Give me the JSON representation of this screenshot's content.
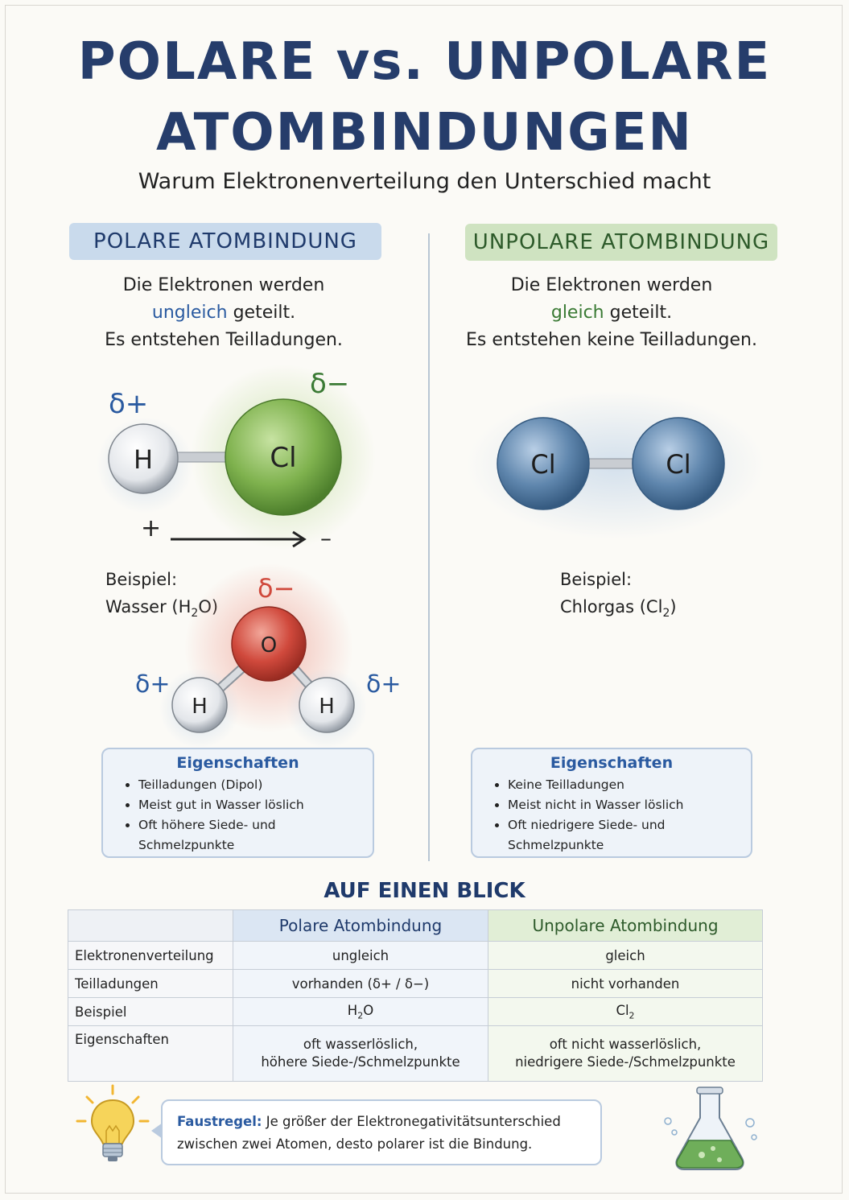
{
  "header": {
    "title_line1": "POLARE vs. UNPOLARE",
    "title_line2": "ATOMBINDUNGEN",
    "subtitle": "Warum Elektronenverteilung den Unterschied macht"
  },
  "polar": {
    "banner": "POLARE ATOMBINDUNG",
    "desc_line1": "Die Elektronen werden",
    "desc_highlight": "ungleich",
    "desc_line2_rest": " geteilt.",
    "desc_line3": "Es entstehen Teilladungen.",
    "molecule": {
      "atom1": "H",
      "atom2": "Cl",
      "charge1": "δ+",
      "charge2": "δ−",
      "pole_plus": "+",
      "pole_minus": "–"
    },
    "example_label": "Beispiel:",
    "example_text": "Wasser (H",
    "example_sub": "2",
    "example_end": "O)",
    "water": {
      "o": "O",
      "h1": "H",
      "h2": "H",
      "charge_o": "δ−",
      "charge_h1": "δ+",
      "charge_h2": "δ+"
    },
    "props_title": "Eigenschaften",
    "props": [
      "Teilladungen (Dipol)",
      "Meist gut in Wasser löslich",
      "Oft höhere Siede- und Schmelzpunkte"
    ]
  },
  "unpolar": {
    "banner": "UNPOLARE ATOMBINDUNG",
    "desc_line1": "Die Elektronen werden",
    "desc_highlight": "gleich",
    "desc_line2_rest": " geteilt.",
    "desc_line3": "Es entstehen keine Teilladungen.",
    "molecule": {
      "atom1": "Cl",
      "atom2": "Cl"
    },
    "example_label": "Beispiel:",
    "example_text": "Chlorgas (Cl",
    "example_sub": "2",
    "example_end": ")",
    "props_title": "Eigenschaften",
    "props": [
      "Keine Teilladungen",
      "Meist nicht in Wasser löslich",
      "Oft niedrigere Siede- und Schmelzpunkte"
    ]
  },
  "summary": {
    "title": "AUF EINEN BLICK",
    "col_polar": "Polare Atombindung",
    "col_unpolar": "Unpolare Atombindung",
    "rows": [
      {
        "label": "Elektronenverteilung",
        "polar": "ungleich",
        "unpolar": "gleich"
      },
      {
        "label": "Teilladungen",
        "polar": "vorhanden (δ+ / δ−)",
        "unpolar": "nicht vorhanden"
      },
      {
        "label": "Beispiel",
        "polar_main": "H",
        "polar_sub": "2",
        "polar_end": "O",
        "unpolar_main": "Cl",
        "unpolar_sub": "2"
      },
      {
        "label": "Eigenschaften",
        "polar_l1": "oft wasserlöslich,",
        "polar_l2": "höhere Siede-/Schmelzpunkte",
        "unpolar_l1": "oft nicht wasserlöslich,",
        "unpolar_l2": "niedrigere Siede-/Schmelzpunkte"
      }
    ]
  },
  "rule": {
    "label": "Faustregel:",
    "text_l1": " Je größer der Elektronegativitätsunterschied",
    "text_l2": "zwischen zwei Atomen, desto polarer ist die Bindung."
  },
  "icons": {
    "left": "lightbulb-icon",
    "right": "flask-icon"
  },
  "colors": {
    "title": "#263d6b",
    "polar_blue": "#2a5aa0",
    "unpolar_green": "#3a7a34",
    "chlorine_green": "#7fb24e",
    "chlorine_blue": "#5f86ad",
    "oxygen_red": "#d0493c",
    "charge_red": "#d0493c"
  }
}
